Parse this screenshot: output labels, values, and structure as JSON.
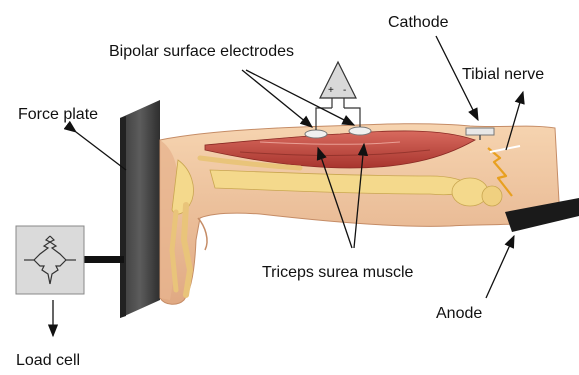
{
  "labels": {
    "bipolar": "Bipolar surface electrodes",
    "cathode": "Cathode",
    "tibial": "Tibial nerve",
    "force_plate": "Force plate",
    "triceps": "Triceps surea muscle",
    "anode": "Anode",
    "load_cell": "Load cell"
  },
  "amplifier": {
    "plus": "+",
    "minus": "-"
  },
  "colors": {
    "skin": "#f2c9a0",
    "skin_shadow": "#d9a07a",
    "bone": "#f4d98c",
    "muscle": "#c8524a",
    "plate": "#4a4a4a",
    "nerve_spark": "#e8a020",
    "load_cell_box": "#d9d9d9"
  }
}
